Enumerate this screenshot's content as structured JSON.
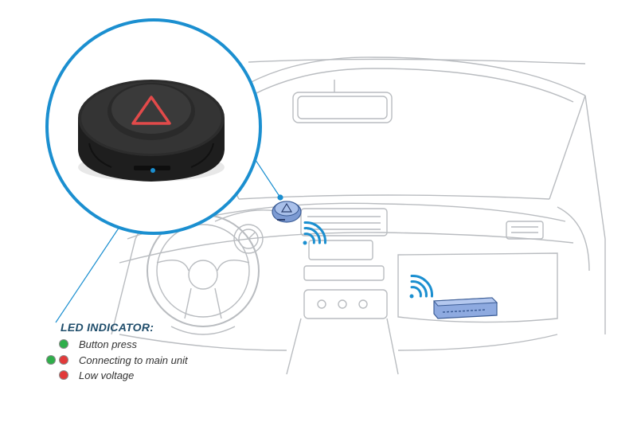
{
  "legend": {
    "title": "LED INDICATOR:",
    "items": [
      {
        "label": "Button press",
        "leds": [
          "green"
        ]
      },
      {
        "label": "Connecting to main unit",
        "leds": [
          "green",
          "red"
        ]
      },
      {
        "label": "Low voltage",
        "leds": [
          "red"
        ]
      }
    ]
  },
  "colors": {
    "accent_blue": "#1b8fd0",
    "led_green": "#2fae4a",
    "led_red": "#e23a3a",
    "line_gray": "#b9bcc0",
    "device_body": "#262626",
    "device_triangle": "#e24a4a",
    "main_unit": "#7f9fd8",
    "title_text": "#1f4d6b"
  },
  "icons": {
    "button_device": "triangle-button-icon",
    "wireless_signal": "wifi-signal-icon",
    "main_unit": "main-unit-box-icon"
  }
}
